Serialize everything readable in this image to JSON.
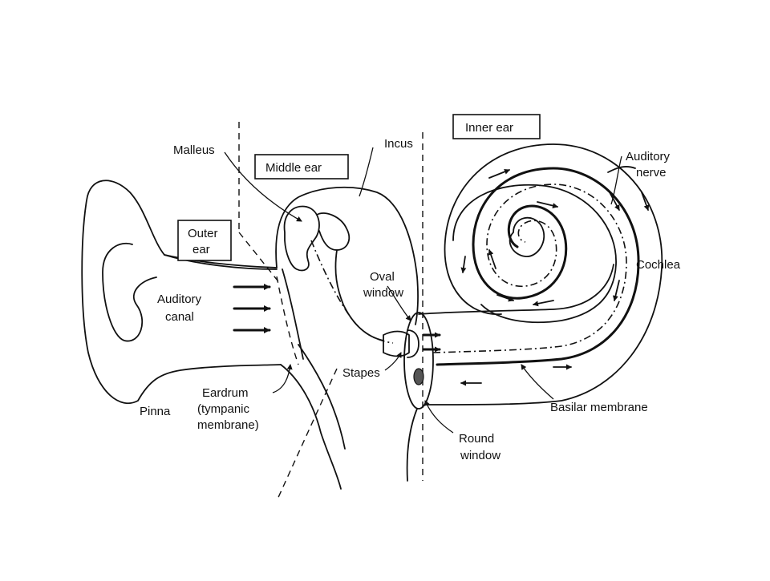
{
  "labels": {
    "malleus": "Malleus",
    "middle_ear": "Middle ear",
    "incus": "Incus",
    "inner_ear": "Inner ear",
    "auditory_nerve_1": "Auditory",
    "auditory_nerve_2": "nerve",
    "outer_ear_1": "Outer",
    "outer_ear_2": "ear",
    "cochlea": "Cochlea",
    "auditory_canal_1": "Auditory",
    "auditory_canal_2": "canal",
    "oval_window_1": "Oval",
    "oval_window_2": "window",
    "stapes": "Stapes",
    "eardrum_1": "Eardrum",
    "eardrum_2": "(tympanic",
    "eardrum_3": "membrane)",
    "pinna": "Pinna",
    "basilar_membrane": "Basilar membrane",
    "round_window_1": "Round",
    "round_window_2": "window"
  }
}
